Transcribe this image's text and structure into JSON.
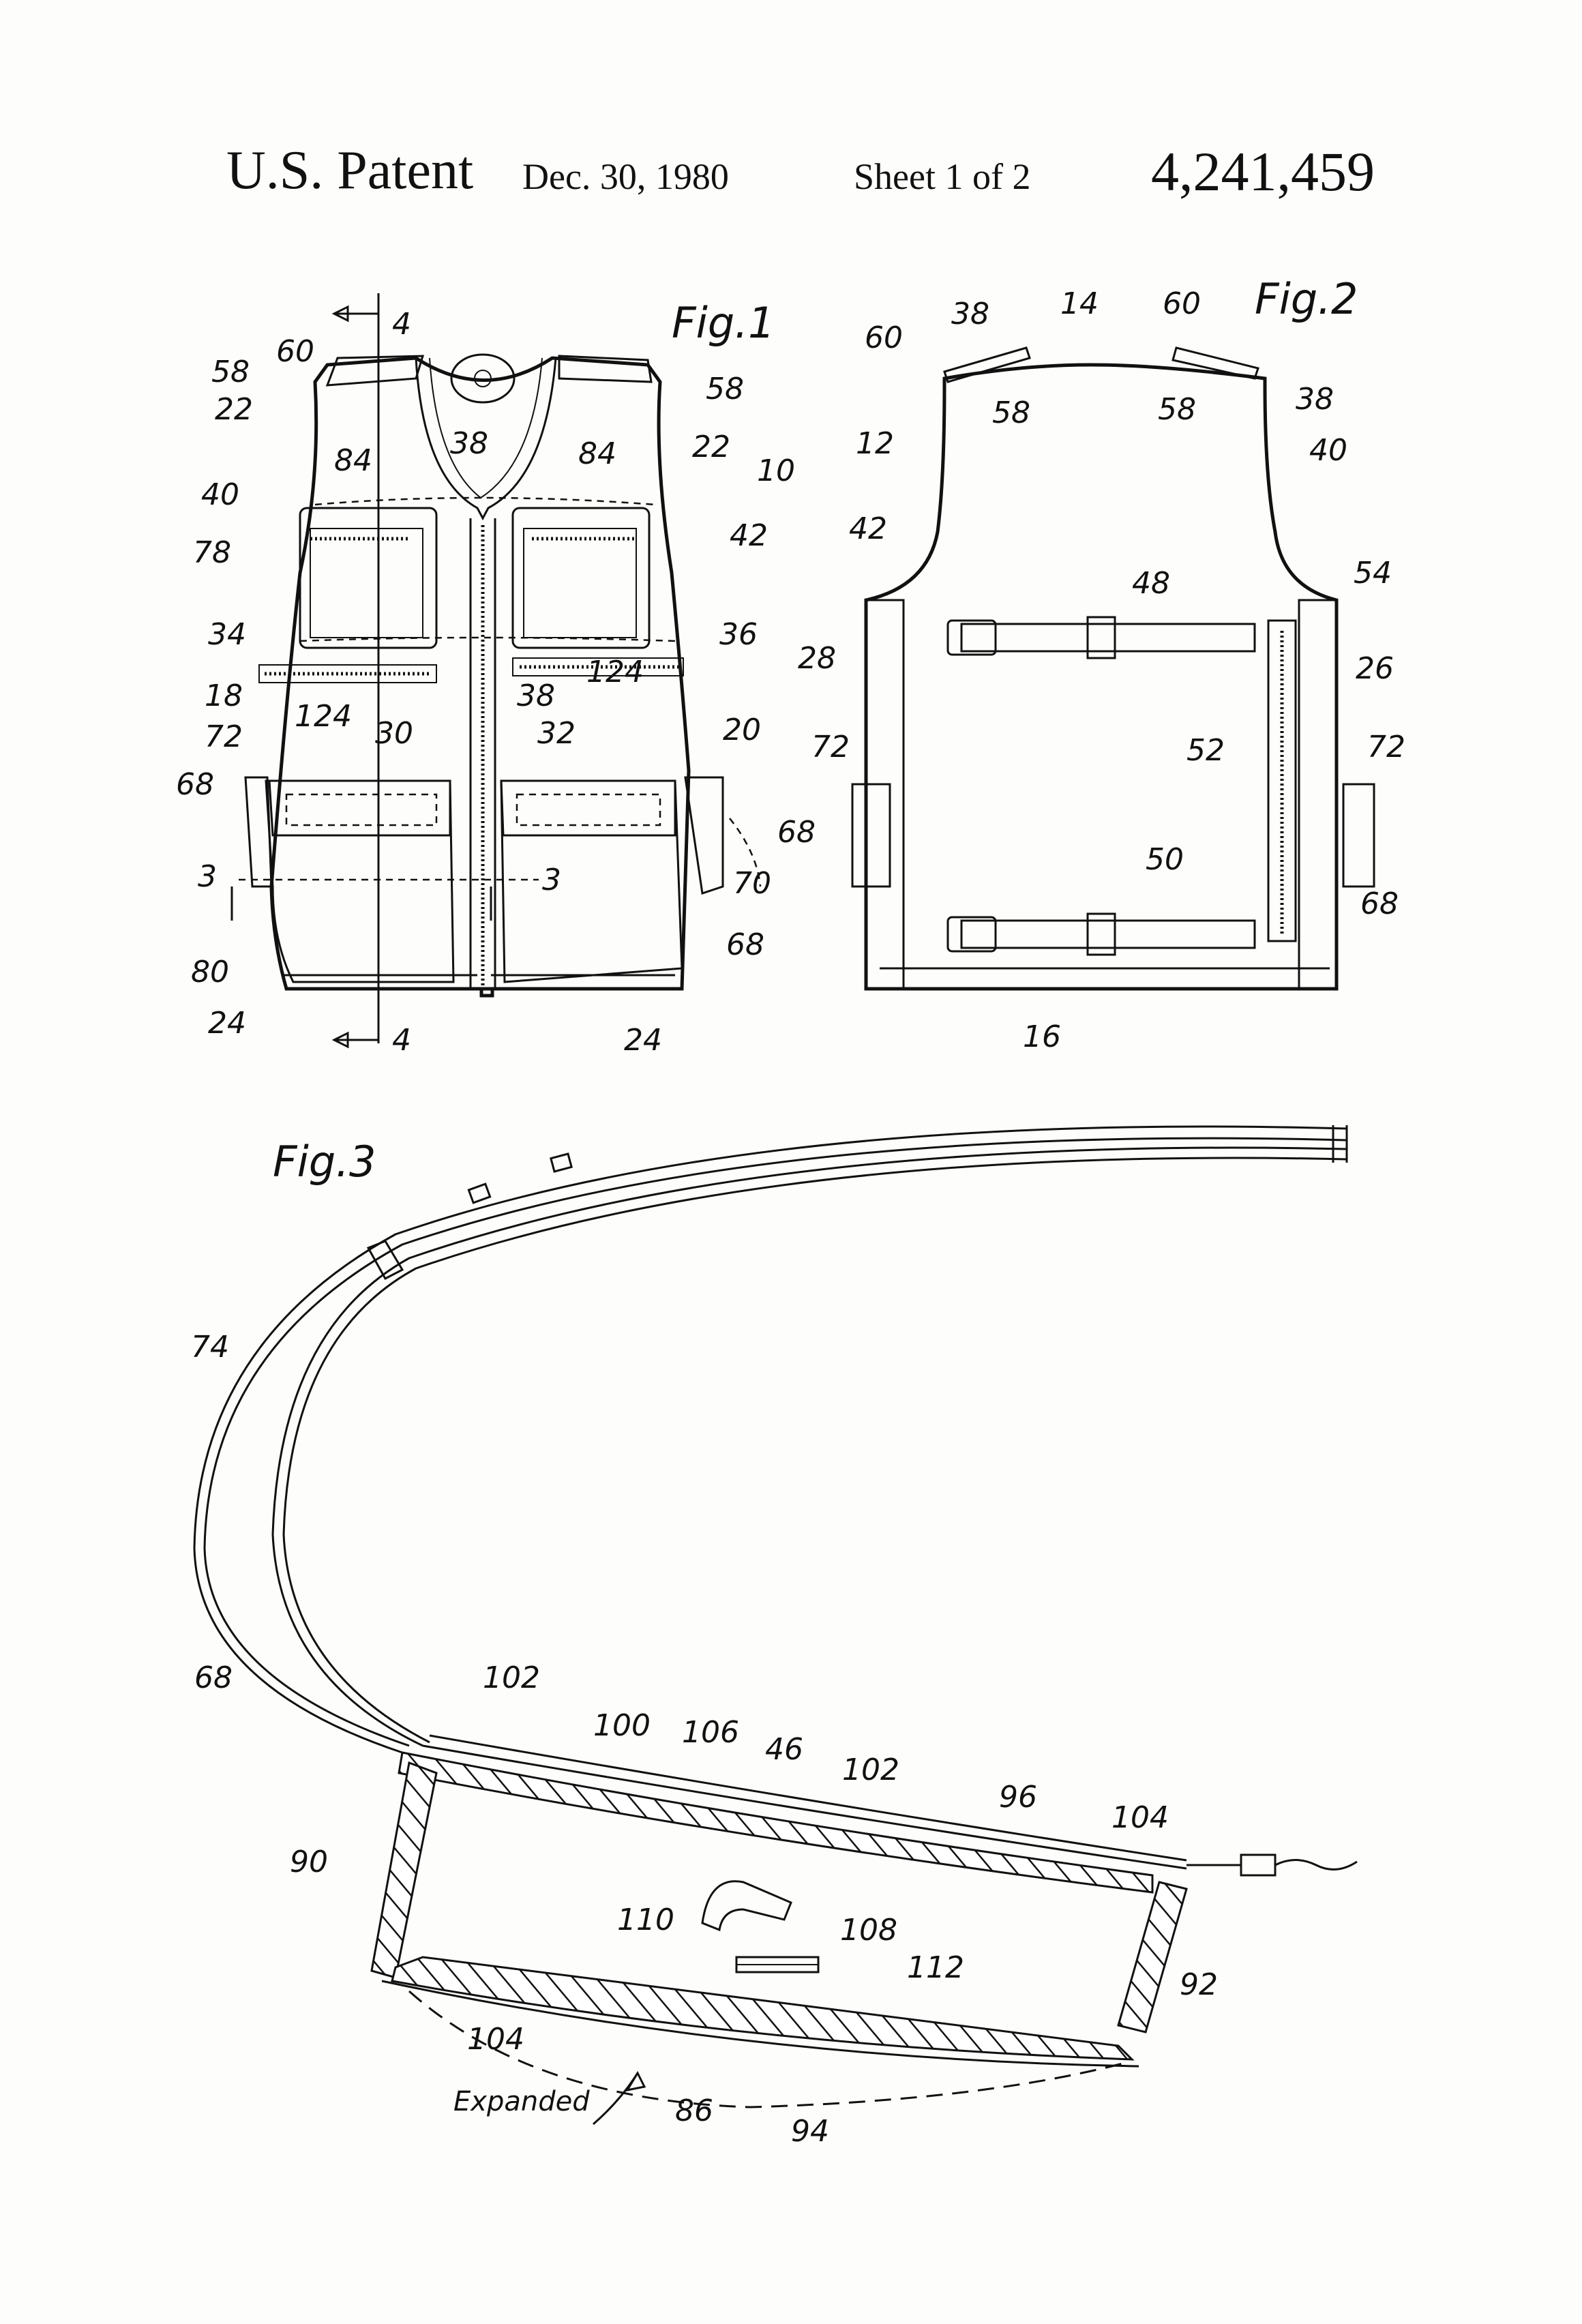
{
  "header": {
    "patent": "U.S. Patent",
    "date": "Dec. 30, 1980",
    "sheet": "Sheet 1 of 2",
    "number": "4,241,459"
  },
  "figures": {
    "fig1": {
      "title": "Fig.1",
      "labels": [
        "4",
        "60",
        "58",
        "22",
        "38",
        "84",
        "40",
        "78",
        "34",
        "18",
        "124",
        "30",
        "38",
        "32",
        "36",
        "20",
        "72",
        "68",
        "3",
        "3",
        "80",
        "24",
        "4",
        "24",
        "68",
        "70",
        "22",
        "58",
        "10",
        "42",
        "84",
        "124"
      ]
    },
    "fig2": {
      "title": "Fig.2",
      "labels": [
        "38",
        "14",
        "60",
        "60",
        "58",
        "58",
        "38",
        "12",
        "40",
        "42",
        "48",
        "54",
        "28",
        "26",
        "72",
        "52",
        "68",
        "50",
        "72",
        "68",
        "16"
      ]
    },
    "fig3": {
      "title": "Fig.3",
      "labels": [
        "74",
        "68",
        "102",
        "100",
        "106",
        "46",
        "102",
        "96",
        "104",
        "90",
        "110",
        "108",
        "112",
        "92",
        "104",
        "86",
        "94"
      ],
      "expanded_label": "Expanded"
    }
  }
}
